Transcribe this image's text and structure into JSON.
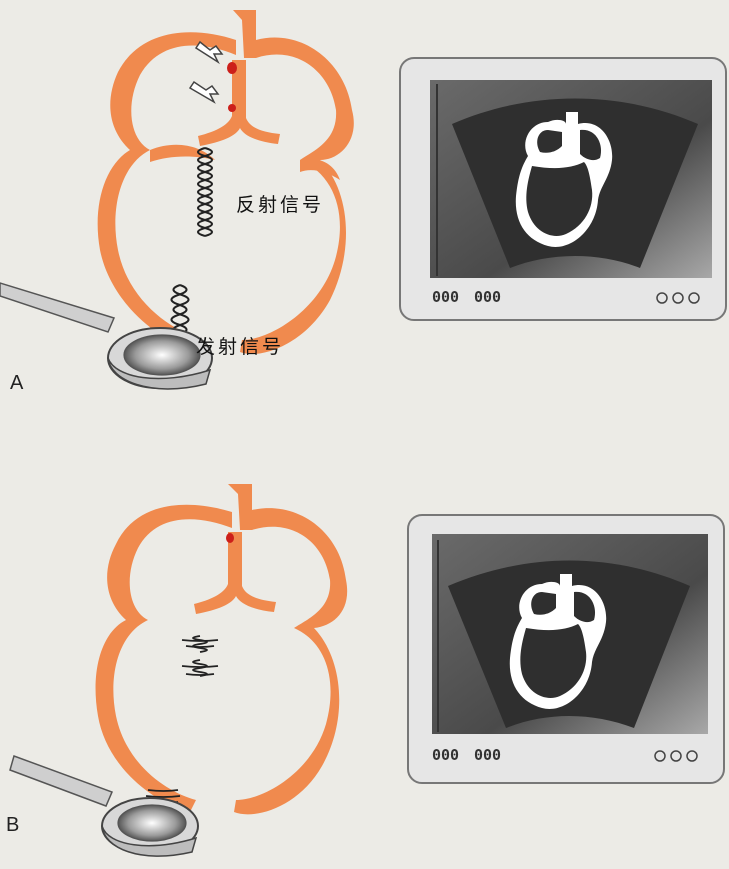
{
  "panels": [
    {
      "label": "A",
      "reflected_signal_label": "反射信号",
      "transmitted_signal_label": "发射信号",
      "monitor_left_display": "000",
      "monitor_mid_display": "000",
      "monitor_buttons": "○○○"
    },
    {
      "label": "B",
      "monitor_left_display": "000",
      "monitor_mid_display": "000",
      "monitor_buttons": "○○○"
    }
  ],
  "colors": {
    "myocardium": "#f08a4e",
    "marker": "#cc1f1a",
    "screen": "#3a3a3a",
    "sector": "#2f2f2f",
    "monitor_frame": "#e4e4e4"
  }
}
